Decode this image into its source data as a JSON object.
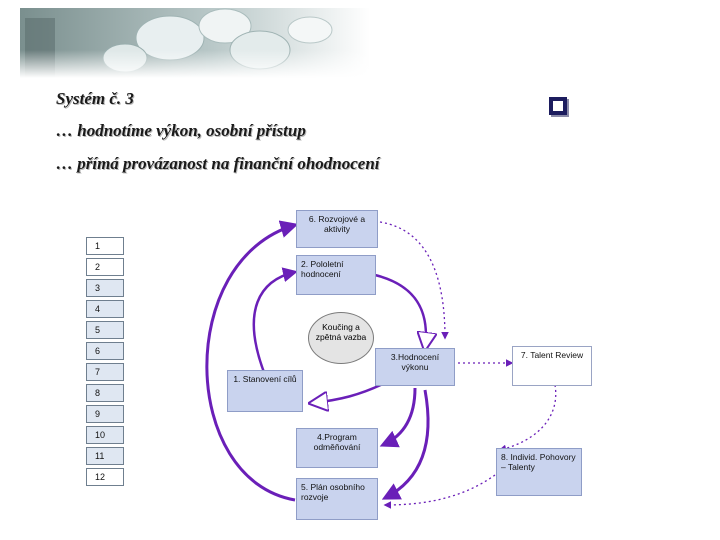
{
  "heading": {
    "line1": "Systém č. 3",
    "line2": "… hodnotíme výkon, osobní přístup",
    "line3": "… přímá provázanost na finanční ohodnocení"
  },
  "banner": {
    "icon": "pills-photo-banner"
  },
  "numbers": [
    "1",
    "2",
    "3",
    "4",
    "5",
    "6",
    "7",
    "8",
    "9",
    "10",
    "11",
    "12"
  ],
  "diagram": {
    "box6": "6. Rozvojové a aktivity",
    "box2": "2. Pololetní hodnocení",
    "center": "Koučing a zpětná vazba",
    "box3": "3.Hodnocení výkonu",
    "box7": "7. Talent Review",
    "box1": "1. Stanovení cílů",
    "box4": "4.Program odměňování",
    "box8": "8. Individ. Pohovory – Talenty",
    "box5": "5. Plán osobního rozvoje"
  },
  "colors": {
    "box_fill": "#c9d3ee",
    "arrow": "#6a1fb8",
    "bullet": "#1c1c5e"
  }
}
